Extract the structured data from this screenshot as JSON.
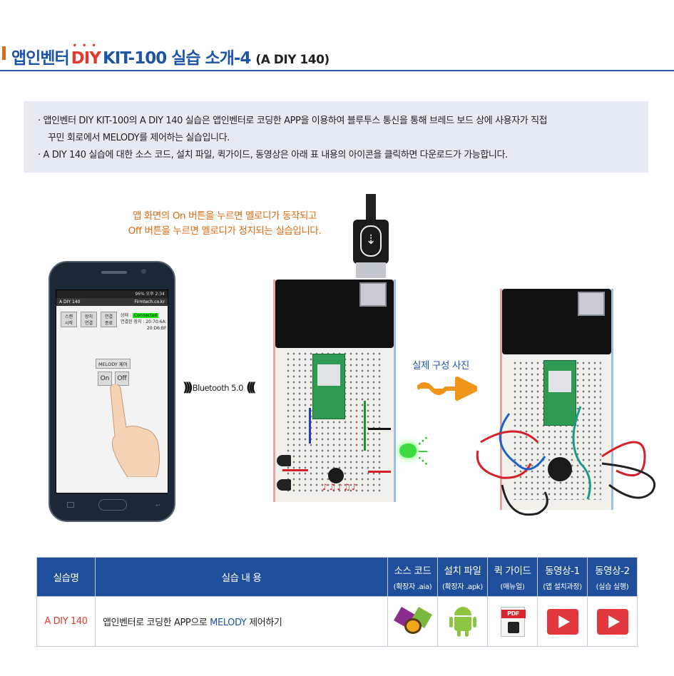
{
  "header": {
    "title_pre": "앱인벤터",
    "title_diy": "DIY",
    "title_main": "KIT-100 실습 소개-4",
    "title_sub": "(A DIY 140)"
  },
  "info": {
    "line1": "· 앱인벤터 DIY KIT-100의 A DIY 140 실습은 앱인벤터로 코딩한 APP을 이용하여 블루투스 통신을 통해 브레드 보드 상에 사용자가 직접",
    "line2": "꾸민 회로에서 MELODY를 제어하는 실습입니다.",
    "line3": "· A DIY 140 실습에 대한 소스 코드, 설치 파일, 퀵가이드, 동영상은 아래 표 내용의 아이콘을 클릭하면 다운로드가 가능합니다."
  },
  "caption": {
    "line1": "앱 화면의 On 버튼을 누르면 멜로디가 동작되고",
    "line2": "Off 버튼을 누르면 멜로디가 정지되는 실습입니다."
  },
  "phone": {
    "status": "96% 오후 2:34",
    "app_title": "A DIY 140",
    "app_domain": "Firmtech.co.kr",
    "btn_scan": [
      "스캔",
      "시작"
    ],
    "btn_device": [
      "장치",
      "연결"
    ],
    "btn_disconnect": [
      "연결",
      "종료"
    ],
    "state_label": "상태 :",
    "state_value": "Connected",
    "device_label": "연결된 장치 : 20:70:6A:",
    "device_addr": "20:D6:BF",
    "melody_label": "MELODY 제어",
    "on_label": "On",
    "off_label": "Off"
  },
  "bluetooth": {
    "label": "Bluetooth 5.0"
  },
  "real_photo_label": "실제 구성 사진",
  "table": {
    "headers": {
      "name": "실습명",
      "content": "실습 내 용",
      "source": "소스 코드",
      "source_sub": "(확장자 .aia)",
      "install": "설치 파일",
      "install_sub": "(확장자 .apk)",
      "guide": "퀵 가이드",
      "guide_sub": "(매뉴얼)",
      "video1": "동영상-1",
      "video1_sub": "(앱 설치과정)",
      "video2": "동영상-2",
      "video2_sub": "(실습 실행)"
    },
    "row": {
      "name": "A DIY 140",
      "content_pre": "앱인벤터로 코딩한 APP으로 ",
      "content_hl": "MELODY",
      "content_post": " 제어하기"
    },
    "icons": {
      "source": "app-inventor-icon",
      "install": "android-icon",
      "guide": "pdf-icon",
      "video": "play-icon"
    }
  },
  "colors": {
    "header_blue": "#1f55a5",
    "accent_red": "#e23b2c",
    "caption_orange": "#e06a10",
    "table_header": "#1f4f9a",
    "info_bg": "#e6ebf3"
  }
}
